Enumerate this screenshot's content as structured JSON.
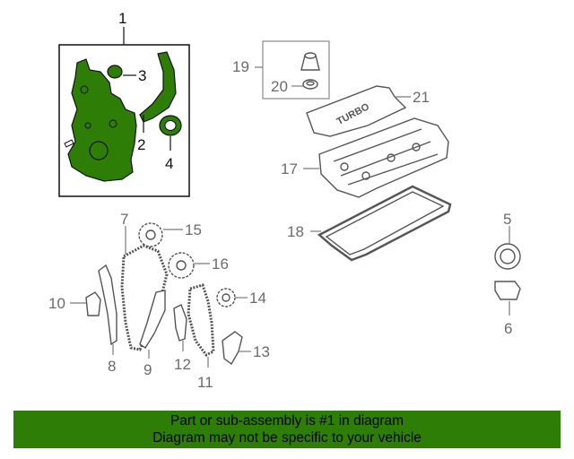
{
  "callouts": {
    "c1": "1",
    "c2": "2",
    "c3": "3",
    "c4": "4",
    "c5": "5",
    "c6": "6",
    "c7": "7",
    "c8": "8",
    "c9": "9",
    "c10": "10",
    "c11": "11",
    "c12": "12",
    "c13": "13",
    "c14": "14",
    "c15": "15",
    "c16": "16",
    "c17": "17",
    "c18": "18",
    "c19": "19",
    "c20": "20",
    "c21": "21"
  },
  "valve_cover_lettering": "TURBO",
  "banner": {
    "line1": "Part or sub-assembly is #1 in diagram",
    "line2": "Diagram may not be specific to your vehicle"
  },
  "colors": {
    "highlight_part": "#2e7d06",
    "banner_background": "#2e7d06",
    "leader_dark": "#111111",
    "leader_grey": "#7a7a7a"
  }
}
